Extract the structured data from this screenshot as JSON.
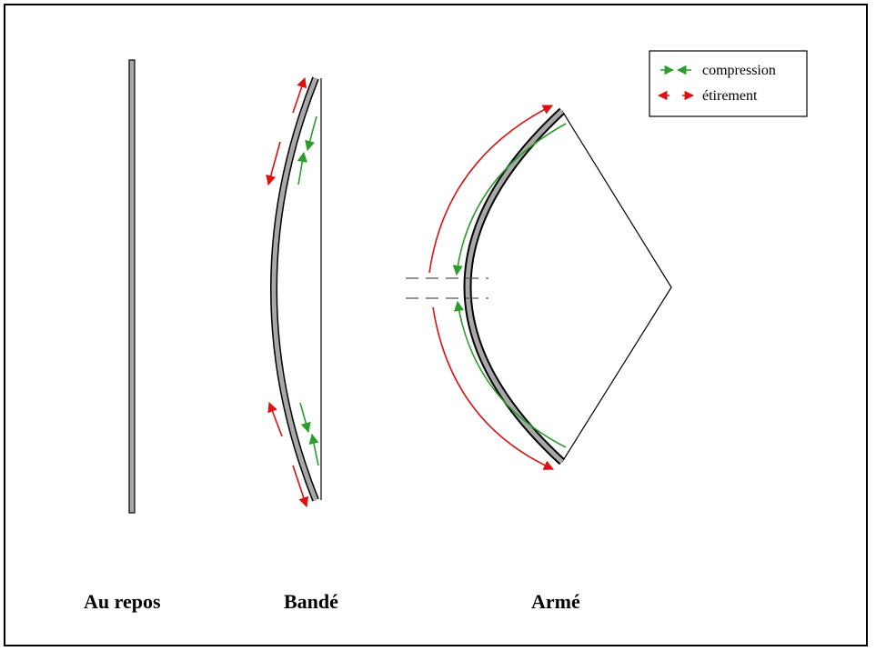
{
  "legend": {
    "compression": "compression",
    "stretch": "étirement"
  },
  "stages": {
    "rest": "Au repos",
    "braced": "Bandé",
    "drawn": "Armé"
  },
  "colors": {
    "compression": "#2a9d2a",
    "stretch": "#e01010",
    "limb_fill": "#a8a8a8",
    "outline": "#000000"
  }
}
